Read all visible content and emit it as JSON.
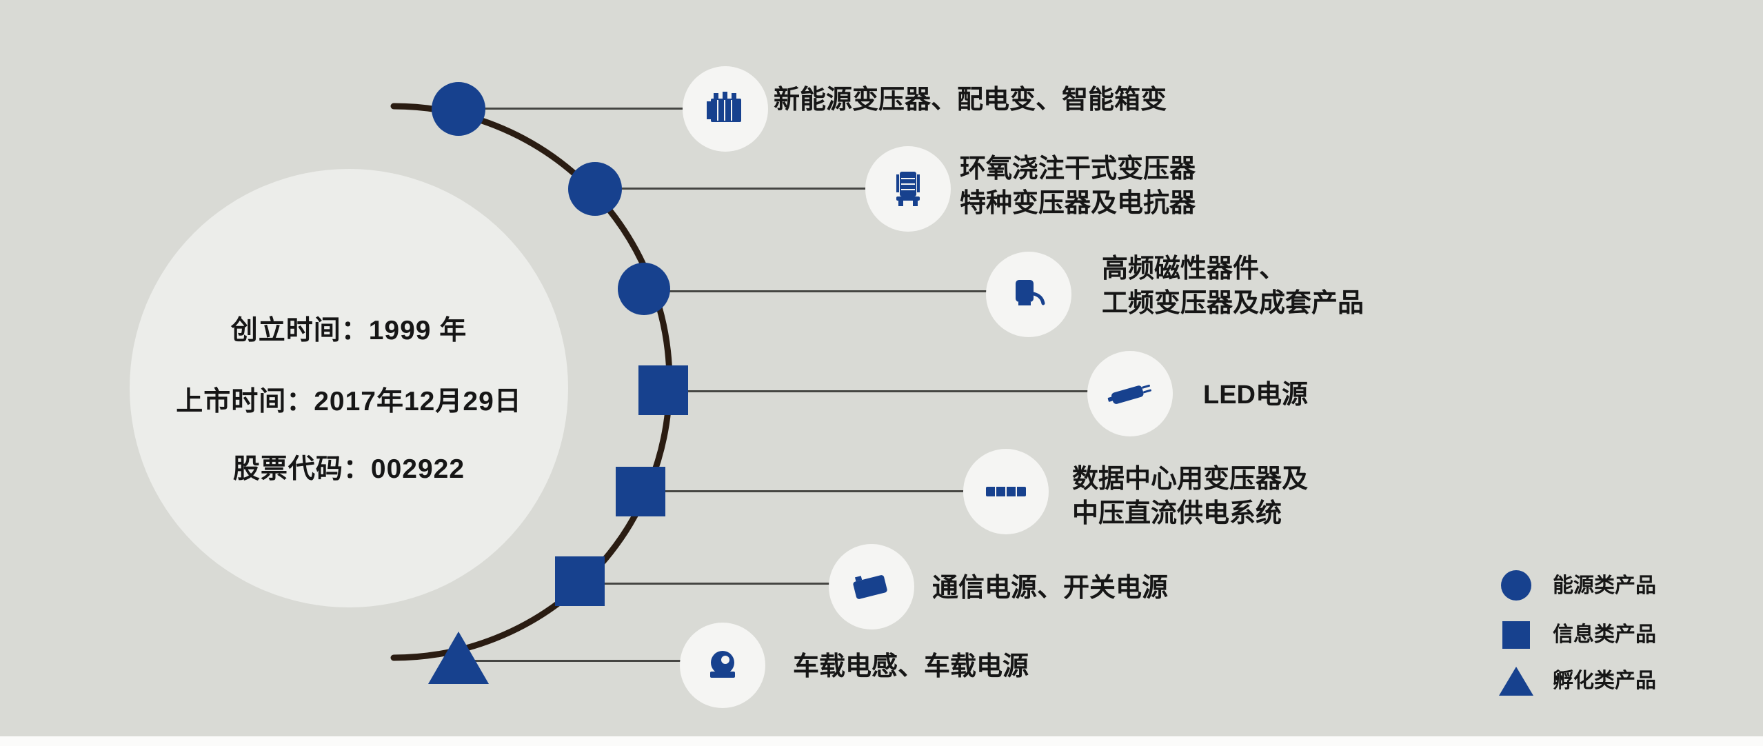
{
  "colors": {
    "bg": "#d9dad5",
    "panel_circle": "#ecedea",
    "accent_blue": "#17418e",
    "arc": "#2a1c12",
    "line": "#454542",
    "text": "#161616",
    "icon_bg": "#f5f5f3"
  },
  "center_circle": {
    "lines": [
      "创立时间：1999 年",
      "上市时间：2017年12月29日",
      "股票代码：002922"
    ]
  },
  "timeline_items": [
    {
      "category": "energy",
      "marker": "circle",
      "icon": "box-transformer-icon",
      "lines": [
        "新能源变压器、配电变、智能箱变"
      ]
    },
    {
      "category": "energy",
      "marker": "circle",
      "icon": "dry-type-transformer-icon",
      "lines": [
        "环氧浇注干式变压器",
        "特种变压器及电抗器"
      ]
    },
    {
      "category": "energy",
      "marker": "circle",
      "icon": "magnetic-component-icon",
      "lines": [
        "高频磁性器件、",
        "工频变压器及成套产品"
      ]
    },
    {
      "category": "information",
      "marker": "square",
      "icon": "led-power-icon",
      "lines": [
        "LED电源"
      ]
    },
    {
      "category": "information",
      "marker": "square",
      "icon": "data-center-power-icon",
      "lines": [
        "数据中心用变压器及",
        "中压直流供电系统"
      ]
    },
    {
      "category": "information",
      "marker": "square",
      "icon": "telecom-power-icon",
      "lines": [
        "通信电源、开关电源"
      ]
    },
    {
      "category": "incubation",
      "marker": "triangle",
      "icon": "vehicle-inductor-icon",
      "lines": [
        "车载电感、车载电源"
      ]
    }
  ],
  "legend": [
    {
      "marker": "circle",
      "label": "能源类产品"
    },
    {
      "marker": "square",
      "label": "信息类产品"
    },
    {
      "marker": "triangle",
      "label": "孵化类产品"
    }
  ]
}
